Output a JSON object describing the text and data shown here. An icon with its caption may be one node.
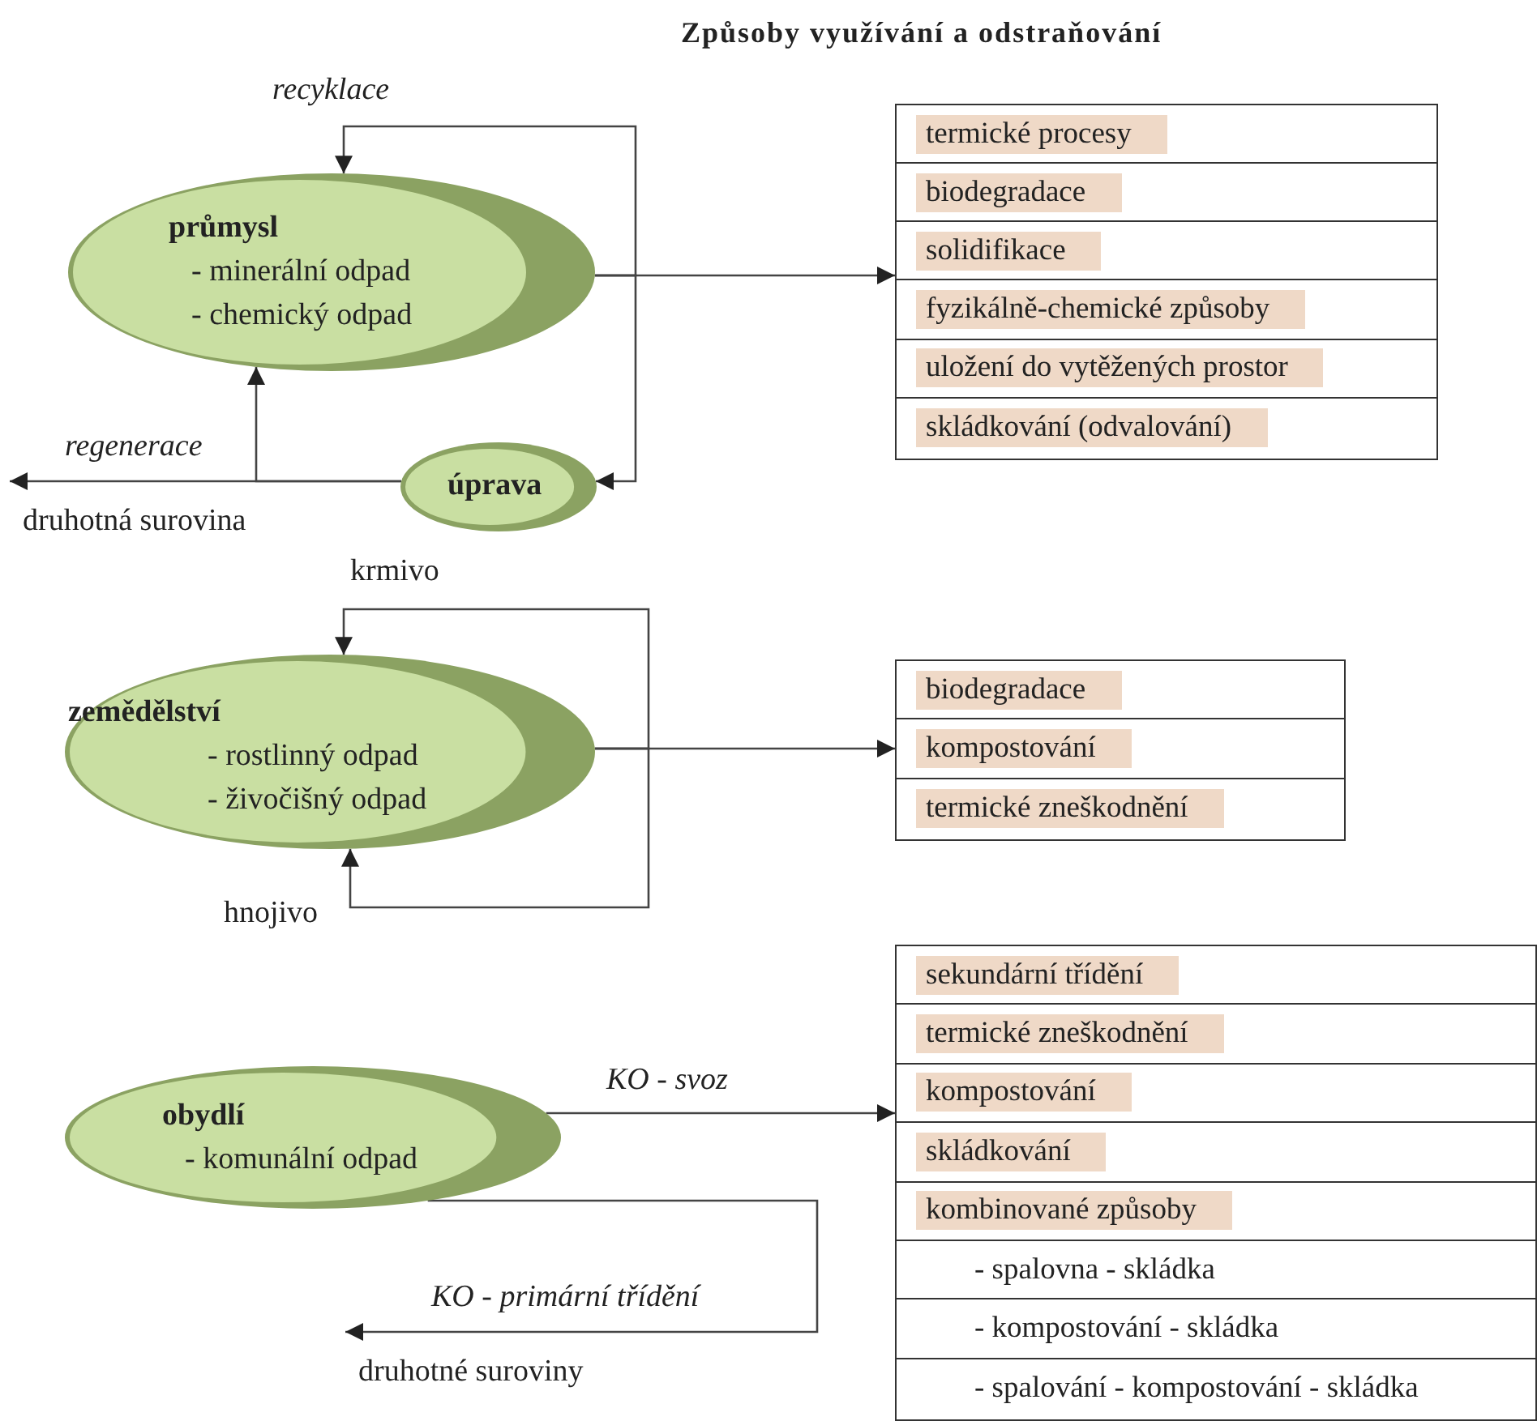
{
  "diagram": {
    "title": "Způsoby využívání a odstraňování",
    "nodes": [
      {
        "text": [
          "průmysl",
          "- minerální odpad",
          "- chemický odpad"
        ]
      },
      {
        "text": [
          "úprava"
        ]
      },
      {
        "text": [
          "druhotná surovina"
        ]
      },
      {
        "text": [],
        "shape": "box"
      },
      {
        "text": [
          "termické procesy"
        ],
        "in": 3
      },
      {
        "text": [
          "biodegradace"
        ],
        "in": 3
      },
      {
        "text": [
          "solidifikace"
        ],
        "in": 3
      },
      {
        "text": [
          "fyzikálně-chemické způsoby"
        ],
        "in": 3
      },
      {
        "text": [
          "uložení do vytěžených prostor"
        ],
        "in": 3
      },
      {
        "text": [
          "skládkování (odvalování)"
        ],
        "in": 3
      },
      {
        "text": [
          "zemědělství",
          "- rostlinný odpad",
          "- živočišný odpad"
        ]
      },
      {
        "text": [],
        "shape": "box"
      },
      {
        "text": [
          "biodegradace"
        ],
        "in": 11
      },
      {
        "text": [
          "kompostování"
        ],
        "in": 11
      },
      {
        "text": [
          "termické zneškodnění"
        ],
        "in": 11
      },
      {
        "text": [
          "obydlí",
          "- komunální odpad"
        ]
      },
      {
        "text": [
          "druhotné suroviny"
        ]
      },
      {
        "text": [],
        "shape": "box"
      },
      {
        "text": [
          "sekundární třídění"
        ],
        "in": 17
      },
      {
        "text": [
          "termické zneškodnění"
        ],
        "in": 17
      },
      {
        "text": [
          "kompostování"
        ],
        "in": 17
      },
      {
        "text": [
          "skládkování"
        ],
        "in": 17
      },
      {
        "text": [
          "kombinované způsoby"
        ],
        "in": 17
      },
      {
        "text": [
          "- spalovna - skládka"
        ],
        "in": 17
      },
      {
        "text": [
          "- kompostování - skládka"
        ],
        "in": 17
      },
      {
        "text": [
          "- spalování - kompostování - skládka"
        ],
        "in": 17
      }
    ],
    "edges": [
      {
        "from": 0,
        "to": 3,
        "arrow": "to"
      },
      {
        "from": 0,
        "to": 0,
        "arrow": "to",
        "label": "recyklace"
      },
      {
        "from": 0,
        "to": 1,
        "arrow": "to"
      },
      {
        "from": 1,
        "to": 2,
        "arrow": "to",
        "label": "regenerace"
      },
      {
        "from": 1,
        "to": 0,
        "arrow": "to"
      },
      {
        "from": 10,
        "to": 11,
        "arrow": "to"
      },
      {
        "from": 10,
        "to": 10,
        "arrow": "to",
        "label": "krmivo"
      },
      {
        "from": 10,
        "to": 10,
        "arrow": "to",
        "label": "hnojivo"
      },
      {
        "from": 15,
        "to": 17,
        "arrow": "to",
        "label": "KO - svoz"
      },
      {
        "from": 15,
        "to": 16,
        "arrow": "to",
        "label": "KO - primární třídění"
      }
    ]
  }
}
